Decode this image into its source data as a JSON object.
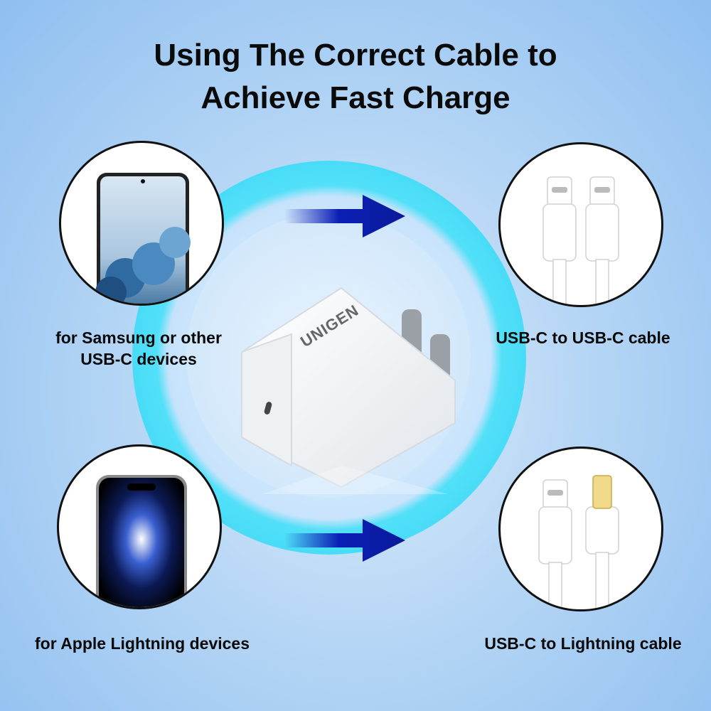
{
  "title_lines": [
    "Using The Correct Cable to",
    "Achieve Fast Charge"
  ],
  "brand": "UNIGEN",
  "items": [
    {
      "label_lines": [
        "for Samsung or other",
        "USB-C devices"
      ],
      "icon": "samsung-phone-icon"
    },
    {
      "label_lines": [
        "USB-C to USB-C cable"
      ],
      "icon": "usb-c-cable-icon"
    },
    {
      "label_lines": [
        "for Apple Lightning devices"
      ],
      "icon": "iphone-icon"
    },
    {
      "label_lines": [
        "USB-C to Lightning cable"
      ],
      "icon": "lightning-cable-icon"
    }
  ],
  "colors": {
    "ring": "#3fd8f6",
    "arrow": "#0b1fb5",
    "background": "#b6d6f5"
  }
}
